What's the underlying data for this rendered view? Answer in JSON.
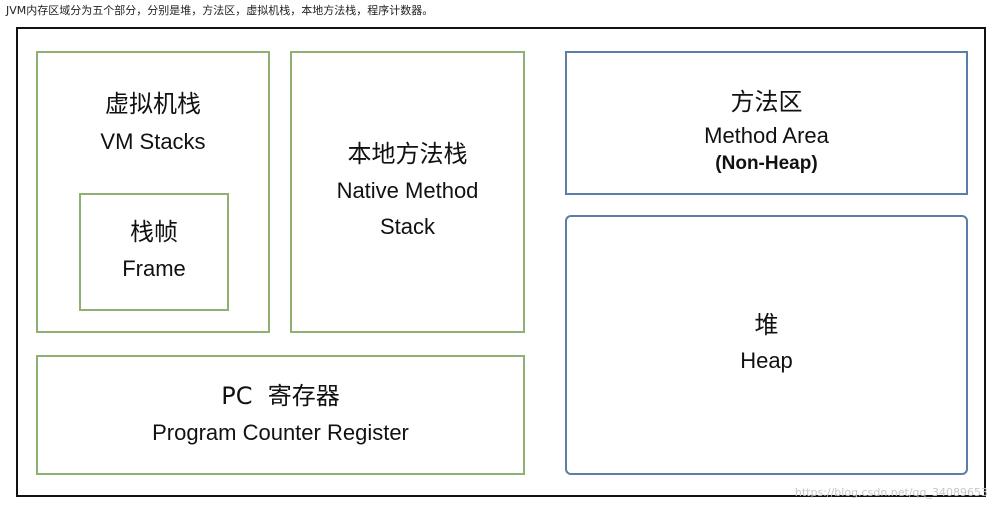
{
  "caption": "JVM内存区域分为五个部分，分别是堆，方法区，虚拟机栈，本地方法栈，程序计数器。",
  "vm_stacks": {
    "zh": "虚拟机栈",
    "en": "VM Stacks"
  },
  "frame": {
    "zh": "栈帧",
    "en": "Frame"
  },
  "native_stack": {
    "zh": "本地方法栈",
    "en_line1": "Native Method",
    "en_line2": "Stack"
  },
  "method_area": {
    "zh": "方法区",
    "en": "Method Area",
    "note": "(Non-Heap)"
  },
  "heap": {
    "zh": "堆",
    "en": "Heap"
  },
  "pc_register": {
    "zh": "PC  寄存器",
    "en": "Program Counter Register"
  },
  "watermark": "https://blog.csdn.net/qq_34089653",
  "colors": {
    "stack_border": "#8fb070",
    "shared_border": "#5a7ea6",
    "frame_border": "#111111"
  }
}
